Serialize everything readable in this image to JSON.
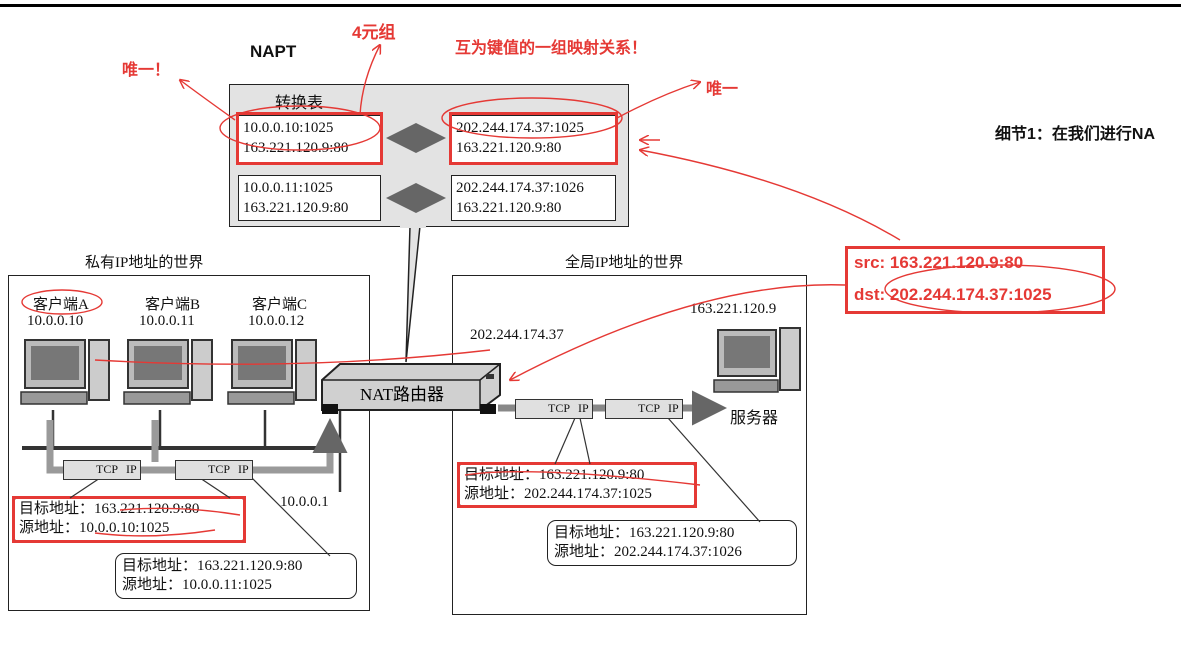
{
  "annotations": {
    "napt": "NAPT",
    "four_tuple": "4元组",
    "mutual_key": "互为键值的一组映射关系！",
    "unique_left": "唯一！",
    "unique_right": "唯一",
    "detail": "细节1：在我们进行NA"
  },
  "table": {
    "title": "转换表",
    "rows": [
      {
        "private_line1": "10.0.0.10:1025",
        "private_line2": "163.221.120.9:80",
        "global_line1": "202.244.174.37:1025",
        "global_line2": "163.221.120.9:80"
      },
      {
        "private_line1": "10.0.0.11:1025",
        "private_line2": "163.221.120.9:80",
        "global_line1": "202.244.174.37:1026",
        "global_line2": "163.221.120.9:80"
      }
    ]
  },
  "private_world": {
    "title": "私有IP地址的世界",
    "clients": [
      {
        "name": "客户端A",
        "ip": "10.0.0.10"
      },
      {
        "name": "客户端B",
        "ip": "10.0.0.11"
      },
      {
        "name": "客户端C",
        "ip": "10.0.0.12"
      }
    ],
    "gateway_ip": "10.0.0.1",
    "packet1": {
      "dst": "目标地址：163.221.120.9:80",
      "src": "源地址：10.0.0.10:1025"
    },
    "packet2": {
      "dst": "目标地址：163.221.120.9:80",
      "src": "源地址：10.0.0.11:1025"
    }
  },
  "global_world": {
    "title": "全局IP地址的世界",
    "router_ip": "202.244.174.37",
    "server_ip": "163.221.120.9",
    "server_label": "服务器",
    "packet1": {
      "dst": "目标地址：163.221.120.9:80",
      "src": "源地址：202.244.174.37:1025"
    },
    "packet2": {
      "dst": "目标地址：163.221.120.9:80",
      "src": "源地址：202.244.174.37:1026"
    }
  },
  "router": {
    "label": "NAT路由器"
  },
  "packet_labels": {
    "tcp": "TCP",
    "ip": "IP"
  },
  "response": {
    "src": "src: 163.221.120.9:80",
    "dst": "dst: 202.244.174.37:1025"
  },
  "colors": {
    "annotation_red": "#e53935",
    "panel_gray": "#e3e3e3"
  }
}
